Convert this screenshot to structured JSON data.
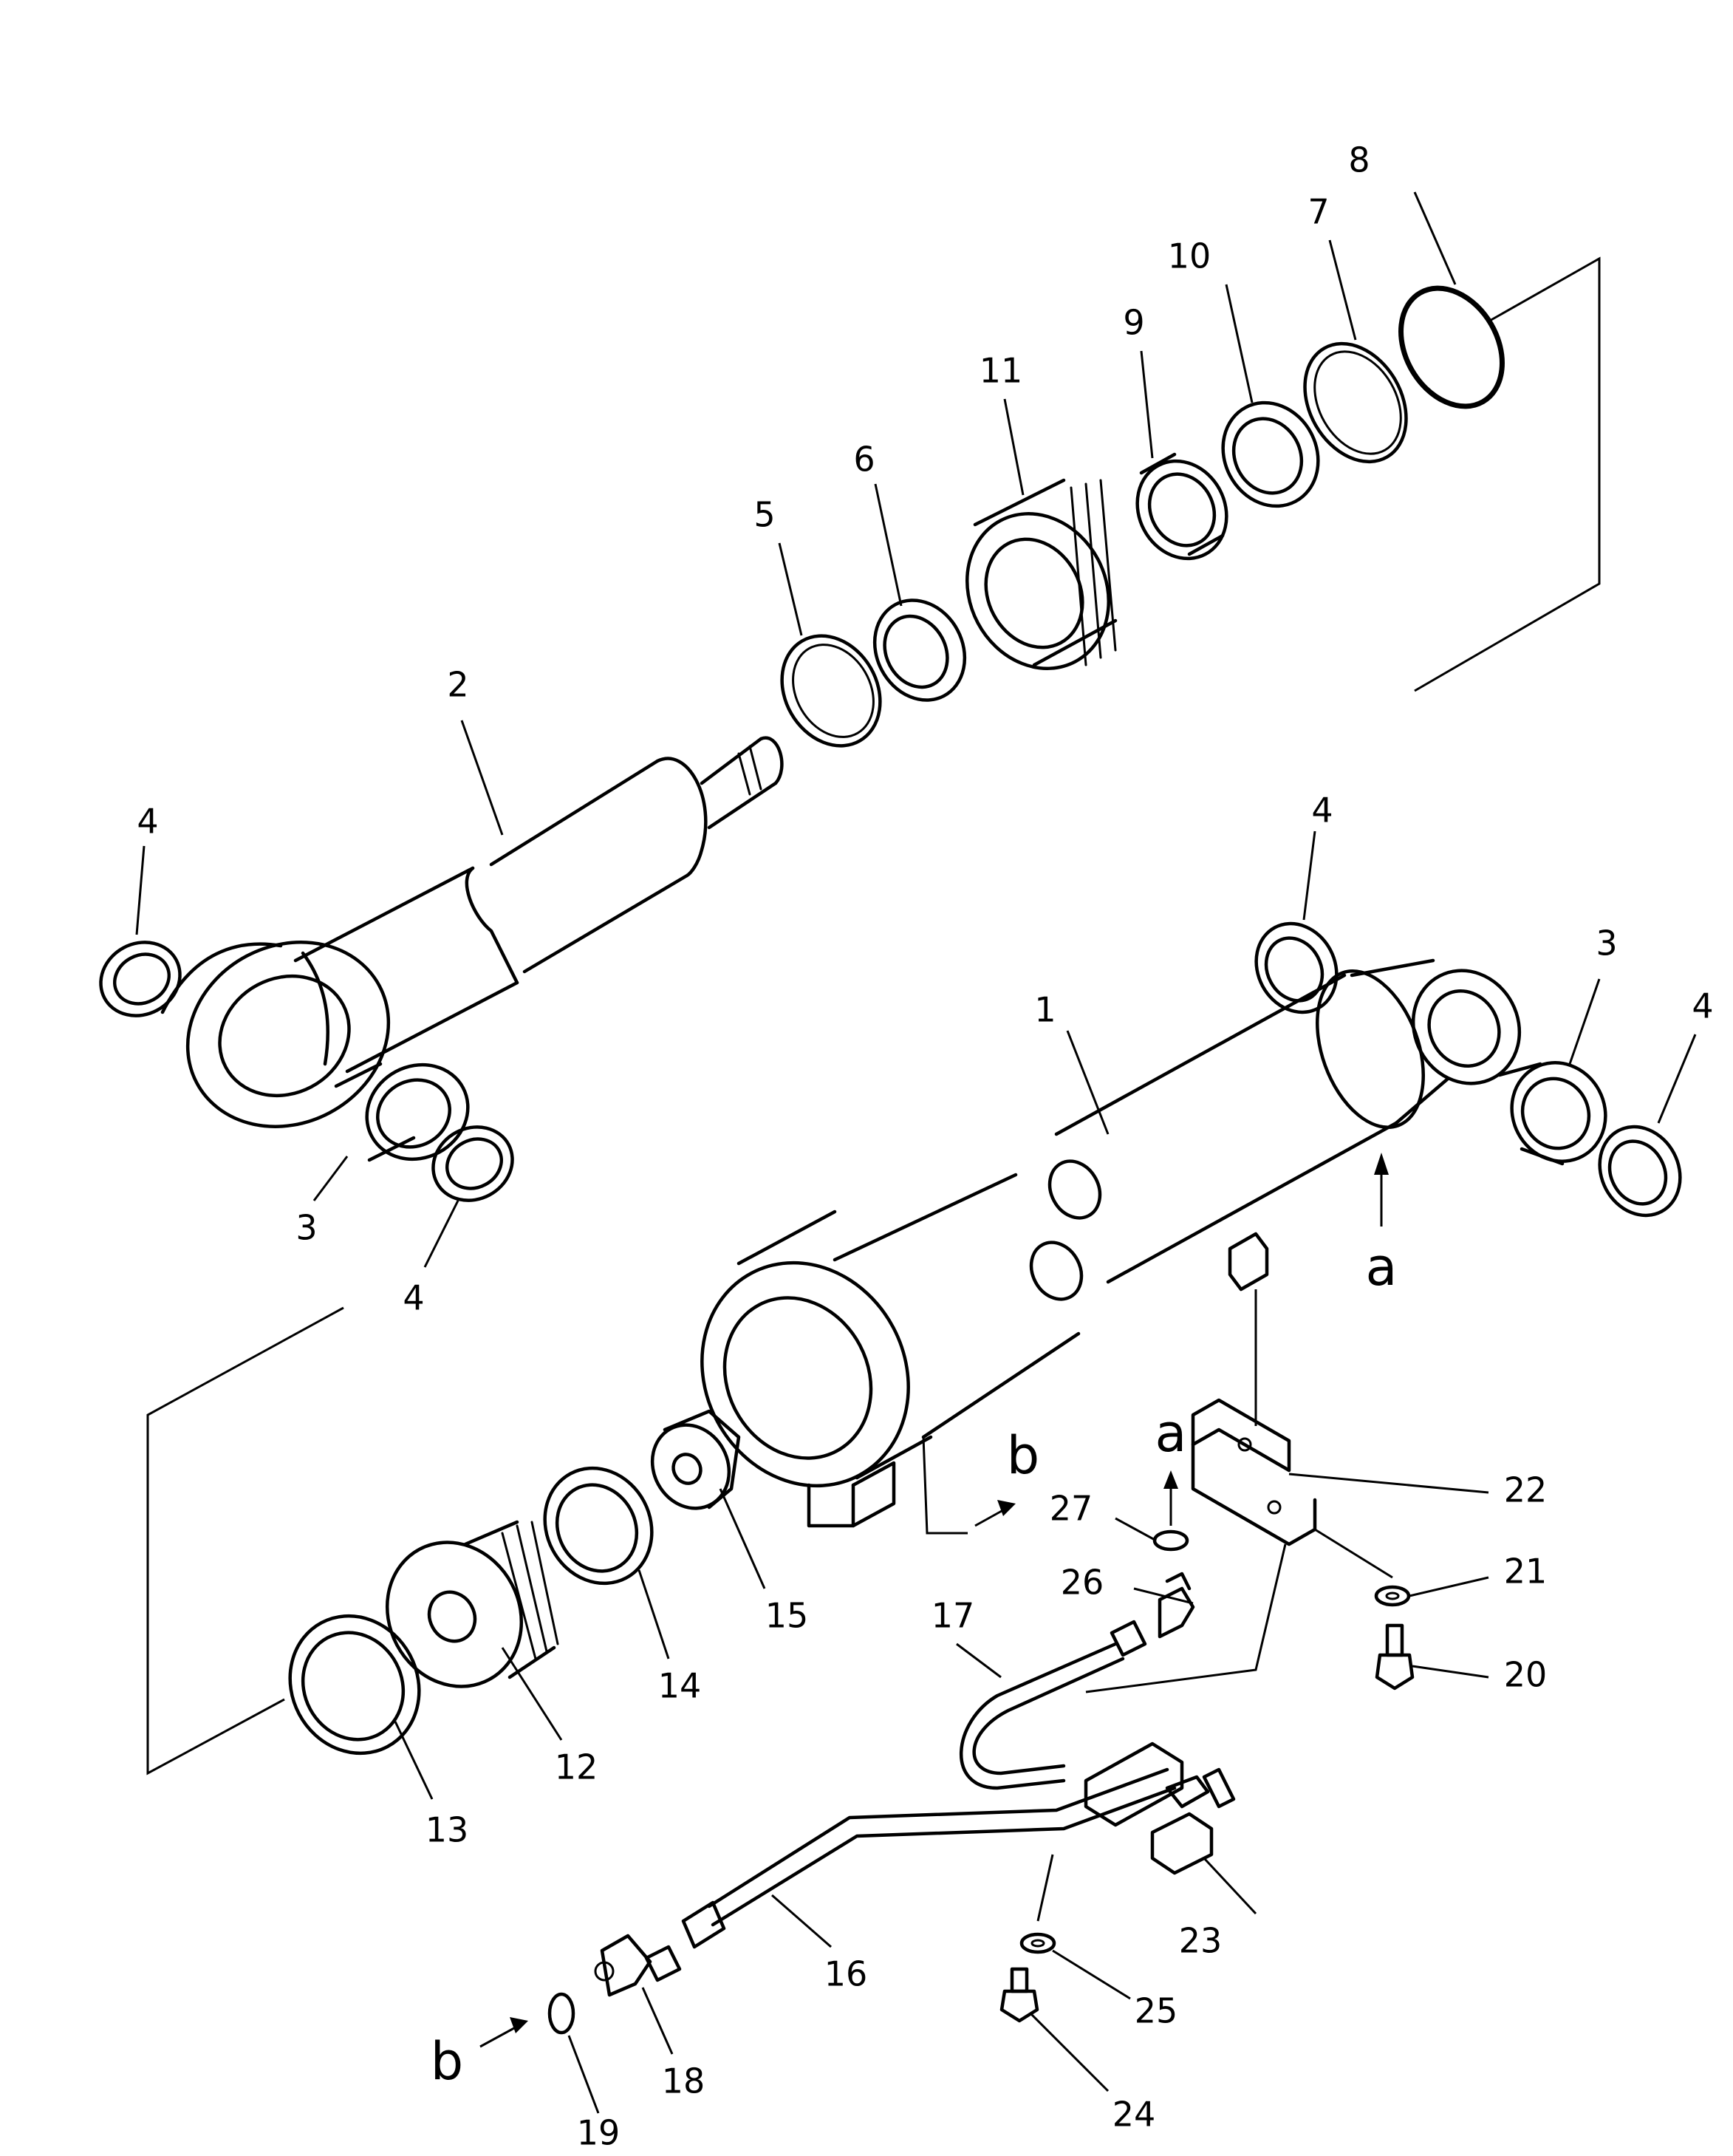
{
  "diagram": {
    "type": "exploded-parts-view",
    "callouts": {
      "c1": "1",
      "c2": "2",
      "c3a": "3",
      "c3b": "3",
      "c4a": "4",
      "c4b": "4",
      "c4c": "4",
      "c4d": "4",
      "c5": "5",
      "c6": "6",
      "c7": "7",
      "c8": "8",
      "c9": "9",
      "c10": "10",
      "c11": "11",
      "c12": "12",
      "c13": "13",
      "c14": "14",
      "c15": "15",
      "c16": "16",
      "c17": "17",
      "c18": "18",
      "c19": "19",
      "c20": "20",
      "c21": "21",
      "c22": "22",
      "c23": "23",
      "c24": "24",
      "c25": "25",
      "c26": "26",
      "c27": "27"
    },
    "refs": {
      "a_main": "a",
      "a_detail": "a",
      "b_main": "b",
      "b_detail": "b"
    }
  }
}
